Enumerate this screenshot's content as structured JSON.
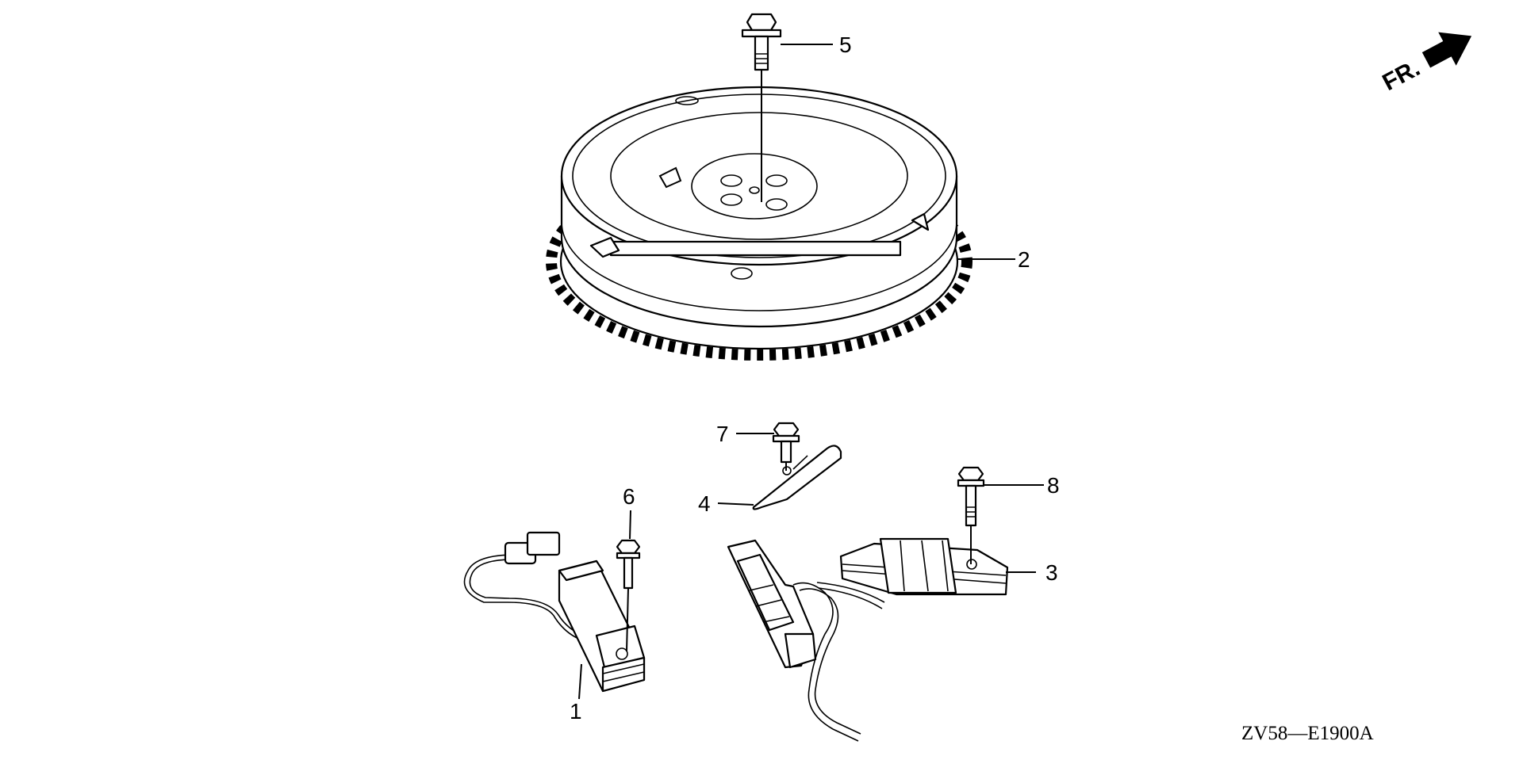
{
  "orientation": {
    "label": "FR."
  },
  "diagram_code": "ZV58—E1900A",
  "callouts": [
    {
      "number": "1",
      "part": "pulser-coil"
    },
    {
      "number": "2",
      "part": "flywheel"
    },
    {
      "number": "3",
      "part": "charge-coil"
    },
    {
      "number": "4",
      "part": "wire-clamp"
    },
    {
      "number": "5",
      "part": "flywheel-bolt"
    },
    {
      "number": "6",
      "part": "pulser-coil-bolt"
    },
    {
      "number": "7",
      "part": "clamp-bolt"
    },
    {
      "number": "8",
      "part": "charge-coil-bolt"
    }
  ]
}
